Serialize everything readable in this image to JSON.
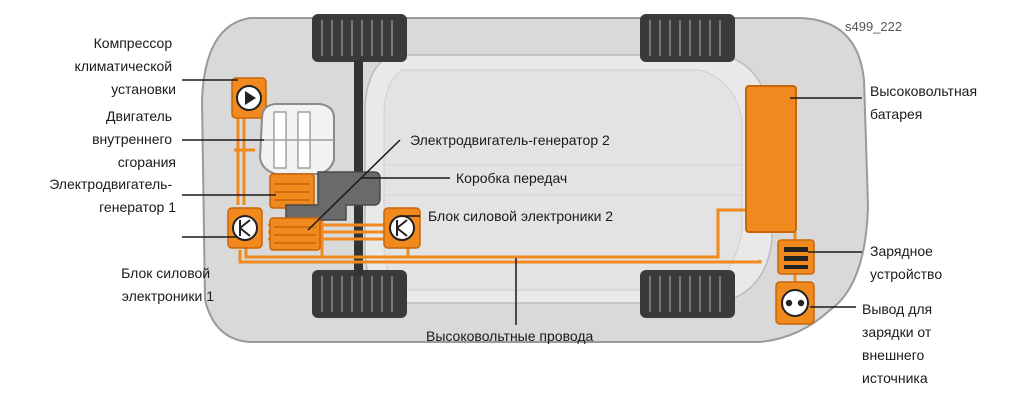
{
  "figure_code": "s499_222",
  "colors": {
    "orange": "#f08a1e",
    "orange_dark": "#c9650a",
    "body_gray": "#dcdcdc",
    "body_edge": "#9a9a9a",
    "tire": "#3a3a3a",
    "label": "#1a1a1a"
  },
  "labels": {
    "compressor": [
      "Компрессор",
      "климатической",
      "установки"
    ],
    "engine": [
      "Двигатель",
      "внутреннего",
      "сгорания"
    ],
    "motor_gen_1": [
      "Электродвигатель-",
      "генератор 1"
    ],
    "power_elec_1": [
      "Блок силовой",
      "электроники 1"
    ],
    "motor_gen_2": "Электродвигатель-генератор 2",
    "gearbox": "Коробка передач",
    "power_elec_2": "Блок силовой электроники 2",
    "hv_wires": "Высоковольтные провода",
    "hv_battery": [
      "Высоковольтная",
      "батарея"
    ],
    "charger": [
      "Зарядное",
      "устройство"
    ],
    "charge_port": [
      "Вывод для",
      "зарядки от",
      "внешнего",
      "источника"
    ]
  }
}
